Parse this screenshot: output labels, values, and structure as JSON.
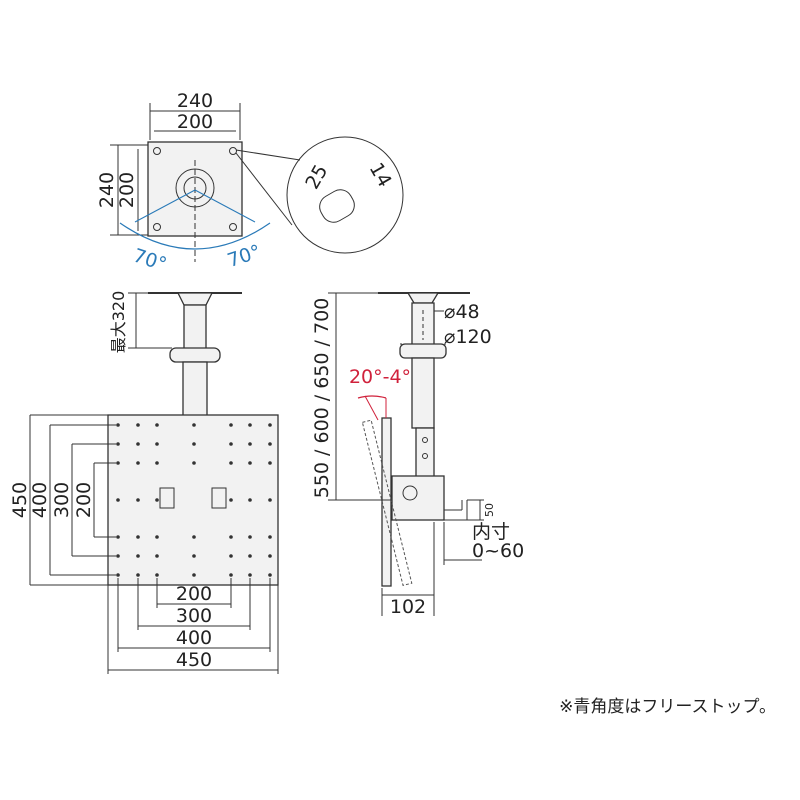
{
  "top_view": {
    "width_outer": "240",
    "width_inner": "200",
    "height_outer": "240",
    "height_inner": "200",
    "angle_left": "70°",
    "angle_right": "70°",
    "detail_a": "25",
    "detail_b": "14"
  },
  "front_view": {
    "max_label": "最大320",
    "h450": "450",
    "h400": "400",
    "h300": "300",
    "h200": "200",
    "w200": "200",
    "w300": "300",
    "w400": "400",
    "w450": "450"
  },
  "side_view": {
    "heights": "550 / 600 / 650 / 700",
    "pipe_diameter": "⌀48",
    "base_diameter": "⌀120",
    "tilt": "20°-4°",
    "depth": "102",
    "size50": "50",
    "inner_label": "内寸",
    "inner_range": "0~60"
  },
  "note": "※青角度はフリーストップ。",
  "colors": {
    "blue": "#2a7ab8",
    "red": "#d0213b"
  }
}
